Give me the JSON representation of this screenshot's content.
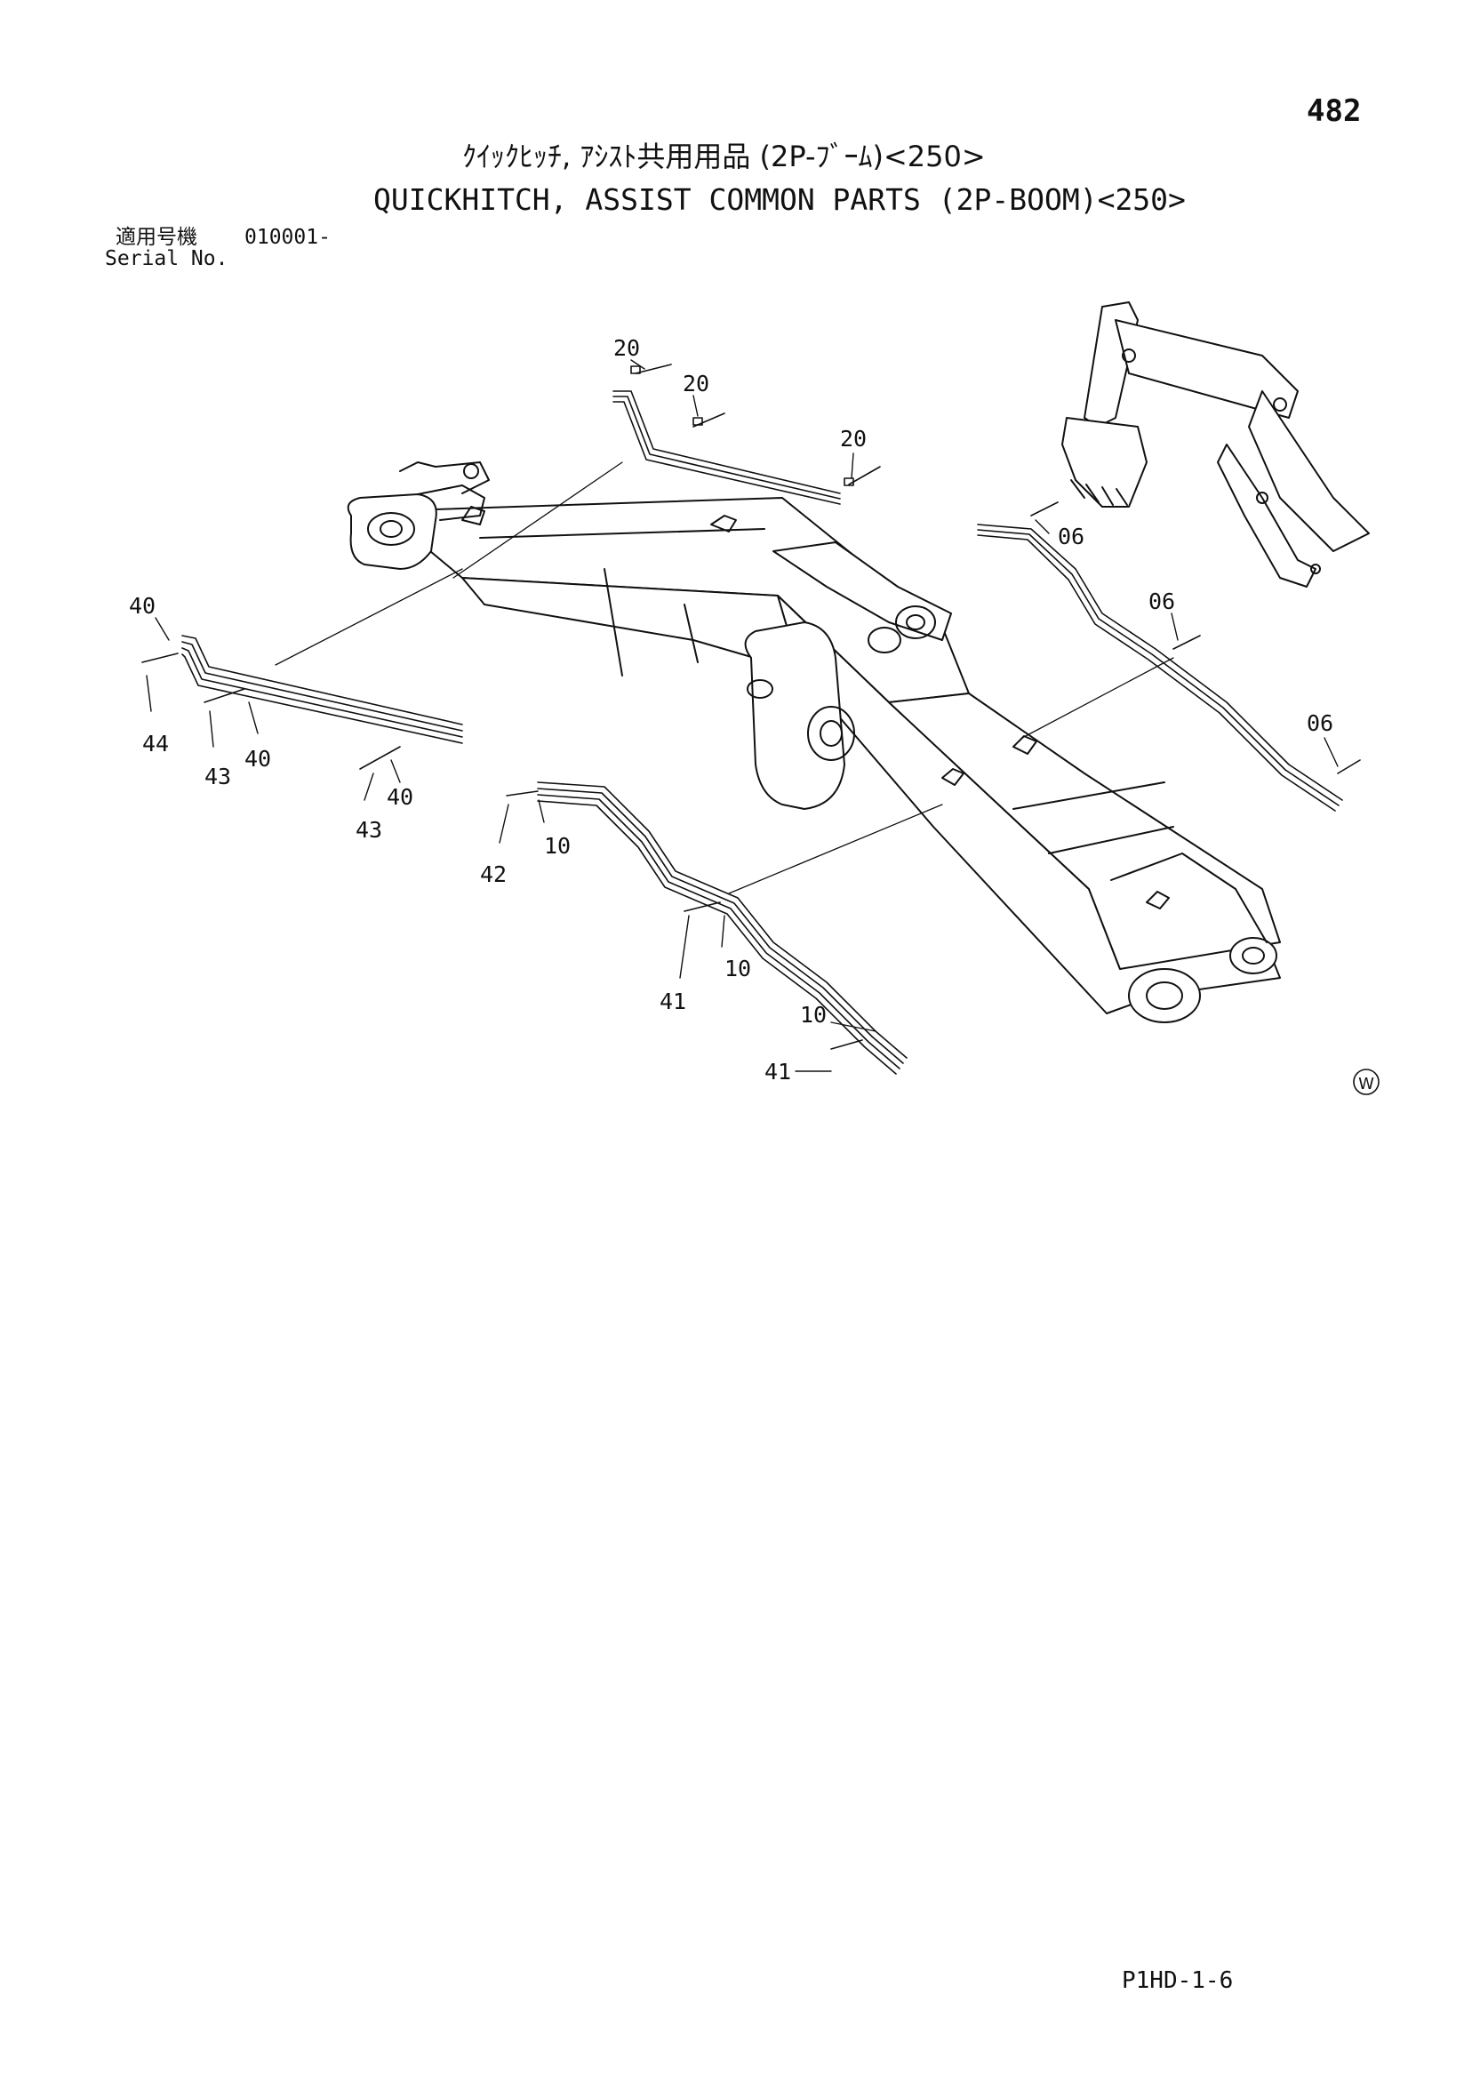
{
  "page": {
    "number": "482",
    "title_jp": "ｸｲｯｸﾋｯﾁ, ｱｼｽﾄ共用用品 (2P-ﾌﾞｰﾑ)<250>",
    "title_en": "QUICKHITCH, ASSIST COMMON PARTS (2P-BOOM)<250>",
    "serial_label_jp": "適用号機",
    "serial_value": "010001-",
    "serial_label_en": "Serial No.",
    "doc_code": "P1HD-1-6",
    "corner_mark": "W"
  },
  "diagram": {
    "callouts": [
      {
        "id": "c20a",
        "label": "20"
      },
      {
        "id": "c20b",
        "label": "20"
      },
      {
        "id": "c20c",
        "label": "20"
      },
      {
        "id": "c06a",
        "label": "06"
      },
      {
        "id": "c06b",
        "label": "06"
      },
      {
        "id": "c06c",
        "label": "06"
      },
      {
        "id": "c40a",
        "label": "40"
      },
      {
        "id": "c44",
        "label": "44"
      },
      {
        "id": "c43a",
        "label": "43"
      },
      {
        "id": "c40b",
        "label": "40"
      },
      {
        "id": "c40c",
        "label": "40"
      },
      {
        "id": "c43b",
        "label": "43"
      },
      {
        "id": "c42",
        "label": "42"
      },
      {
        "id": "c10a",
        "label": "10"
      },
      {
        "id": "c10b",
        "label": "10"
      },
      {
        "id": "c41a",
        "label": "41"
      },
      {
        "id": "c10c",
        "label": "10"
      },
      {
        "id": "c41b",
        "label": "41"
      }
    ]
  }
}
